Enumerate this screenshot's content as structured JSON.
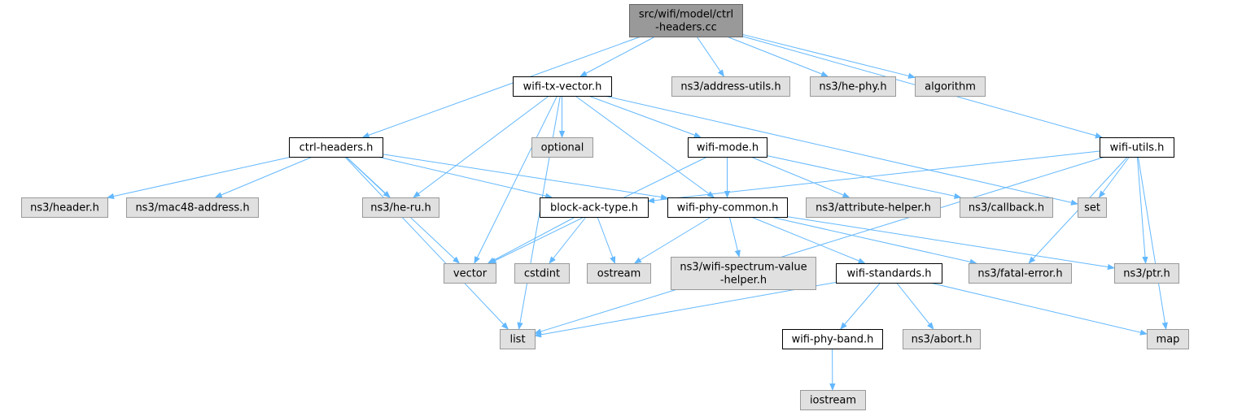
{
  "nodes": [
    {
      "id": "main",
      "kind": "main",
      "lines": [
        "src/wifi/model/ctrl",
        "-headers.cc"
      ]
    },
    {
      "id": "wifi-tx-vector",
      "kind": "doc",
      "lines": [
        "wifi-tx-vector.h"
      ]
    },
    {
      "id": "address-utils",
      "kind": "ext",
      "lines": [
        "ns3/address-utils.h"
      ]
    },
    {
      "id": "he-phy",
      "kind": "ext",
      "lines": [
        "ns3/he-phy.h"
      ]
    },
    {
      "id": "algorithm",
      "kind": "ext",
      "lines": [
        "algorithm"
      ]
    },
    {
      "id": "optional",
      "kind": "ext",
      "lines": [
        "optional"
      ]
    },
    {
      "id": "ctrl-headers",
      "kind": "doc",
      "lines": [
        "ctrl-headers.h"
      ]
    },
    {
      "id": "wifi-mode",
      "kind": "doc",
      "lines": [
        "wifi-mode.h"
      ]
    },
    {
      "id": "wifi-utils",
      "kind": "doc",
      "lines": [
        "wifi-utils.h"
      ]
    },
    {
      "id": "header",
      "kind": "ext",
      "lines": [
        "ns3/header.h"
      ]
    },
    {
      "id": "mac48-address",
      "kind": "ext",
      "lines": [
        "ns3/mac48-address.h"
      ]
    },
    {
      "id": "he-ru",
      "kind": "ext",
      "lines": [
        "ns3/he-ru.h"
      ]
    },
    {
      "id": "block-ack-type",
      "kind": "doc",
      "lines": [
        "block-ack-type.h"
      ]
    },
    {
      "id": "wifi-phy-common",
      "kind": "doc",
      "lines": [
        "wifi-phy-common.h"
      ]
    },
    {
      "id": "attribute-helper",
      "kind": "ext",
      "lines": [
        "ns3/attribute-helper.h"
      ]
    },
    {
      "id": "callback",
      "kind": "ext",
      "lines": [
        "ns3/callback.h"
      ]
    },
    {
      "id": "set",
      "kind": "ext",
      "lines": [
        "set"
      ]
    },
    {
      "id": "vector",
      "kind": "ext",
      "lines": [
        "vector"
      ]
    },
    {
      "id": "cstdint",
      "kind": "ext",
      "lines": [
        "cstdint"
      ]
    },
    {
      "id": "ostream",
      "kind": "ext",
      "lines": [
        "ostream"
      ]
    },
    {
      "id": "wifi-spectrum-value-helper",
      "kind": "ext",
      "lines": [
        "ns3/wifi-spectrum-value",
        "-helper.h"
      ]
    },
    {
      "id": "wifi-standards",
      "kind": "doc",
      "lines": [
        "wifi-standards.h"
      ]
    },
    {
      "id": "fatal-error",
      "kind": "ext",
      "lines": [
        "ns3/fatal-error.h"
      ]
    },
    {
      "id": "ptr",
      "kind": "ext",
      "lines": [
        "ns3/ptr.h"
      ]
    },
    {
      "id": "list",
      "kind": "ext",
      "lines": [
        "list"
      ]
    },
    {
      "id": "wifi-phy-band",
      "kind": "doc",
      "lines": [
        "wifi-phy-band.h"
      ]
    },
    {
      "id": "abort",
      "kind": "ext",
      "lines": [
        "ns3/abort.h"
      ]
    },
    {
      "id": "map",
      "kind": "ext",
      "lines": [
        "map"
      ]
    },
    {
      "id": "iostream",
      "kind": "ext",
      "lines": [
        "iostream"
      ]
    }
  ],
  "edges": [
    [
      "main",
      "ctrl-headers"
    ],
    [
      "main",
      "wifi-tx-vector"
    ],
    [
      "main",
      "address-utils"
    ],
    [
      "main",
      "he-phy"
    ],
    [
      "main",
      "algorithm"
    ],
    [
      "main",
      "wifi-utils"
    ],
    [
      "wifi-tx-vector",
      "list"
    ],
    [
      "wifi-tx-vector",
      "optional"
    ],
    [
      "wifi-tx-vector",
      "vector"
    ],
    [
      "wifi-tx-vector",
      "he-ru"
    ],
    [
      "wifi-tx-vector",
      "wifi-mode"
    ],
    [
      "wifi-tx-vector",
      "wifi-phy-common"
    ],
    [
      "wifi-tx-vector",
      "set"
    ],
    [
      "ctrl-headers",
      "header"
    ],
    [
      "ctrl-headers",
      "mac48-address"
    ],
    [
      "ctrl-headers",
      "he-ru"
    ],
    [
      "ctrl-headers",
      "block-ack-type"
    ],
    [
      "ctrl-headers",
      "wifi-phy-common"
    ],
    [
      "ctrl-headers",
      "vector"
    ],
    [
      "ctrl-headers",
      "list"
    ],
    [
      "wifi-mode",
      "vector"
    ],
    [
      "wifi-mode",
      "wifi-phy-common"
    ],
    [
      "wifi-mode",
      "attribute-helper"
    ],
    [
      "wifi-mode",
      "callback"
    ],
    [
      "wifi-utils",
      "block-ack-type"
    ],
    [
      "wifi-utils",
      "set"
    ],
    [
      "wifi-utils",
      "fatal-error"
    ],
    [
      "wifi-utils",
      "ptr"
    ],
    [
      "wifi-utils",
      "list"
    ],
    [
      "wifi-utils",
      "map"
    ],
    [
      "block-ack-type",
      "vector"
    ],
    [
      "block-ack-type",
      "cstdint"
    ],
    [
      "block-ack-type",
      "ostream"
    ],
    [
      "wifi-phy-common",
      "ostream"
    ],
    [
      "wifi-phy-common",
      "wifi-spectrum-value-helper"
    ],
    [
      "wifi-phy-common",
      "wifi-standards"
    ],
    [
      "wifi-phy-common",
      "fatal-error"
    ],
    [
      "wifi-phy-common",
      "ptr"
    ],
    [
      "wifi-standards",
      "list"
    ],
    [
      "wifi-standards",
      "wifi-phy-band"
    ],
    [
      "wifi-standards",
      "abort"
    ],
    [
      "wifi-standards",
      "map"
    ],
    [
      "wifi-phy-band",
      "iostream"
    ]
  ],
  "colors": {
    "edge": "#63b8ff",
    "main_fill": "#999999",
    "main_border": "#666666",
    "doc_fill": "#ffffff",
    "doc_border": "#000000",
    "ext_fill": "#e0e0e0",
    "ext_border": "#999999"
  }
}
